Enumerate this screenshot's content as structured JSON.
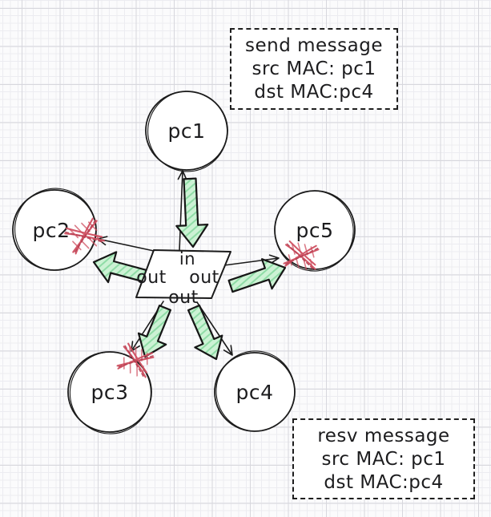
{
  "nodes": {
    "pc1": "pc1",
    "pc2": "pc2",
    "pc3": "pc3",
    "pc4": "pc4",
    "pc5": "pc5"
  },
  "hub": {
    "in": "in",
    "out_left": "out",
    "out_right": "out",
    "out_bottom": "out"
  },
  "notes": {
    "send": {
      "line1": "send message",
      "line2": "src MAC: pc1",
      "line3": "dst MAC:pc4"
    },
    "resv": {
      "line1": "resv message",
      "line2": "src MAC: pc1",
      "line3": "dst MAC:pc4"
    }
  },
  "colors": {
    "ink": "#1b1b1b",
    "arrow_fill": "#ccf2d4",
    "arrow_hatch": "#8fdca6",
    "blocked_x": "#cf4f60",
    "paper": "#fbfbfc",
    "grid_major": "#d7d7dd",
    "grid_minor": "#ececf1"
  }
}
